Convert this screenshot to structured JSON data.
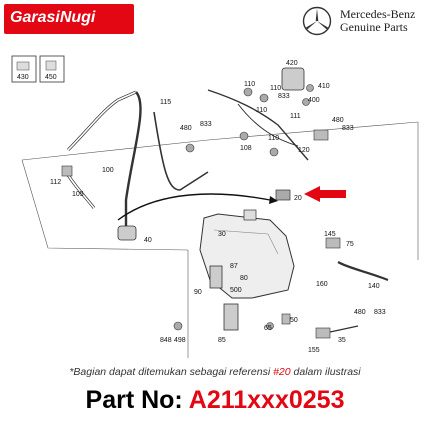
{
  "brand": {
    "name": "GarasiNugi"
  },
  "manufacturer": {
    "line1": "Mercedes-Benz",
    "line2": "Genuine Parts",
    "star_icon": "mercedes-star-icon"
  },
  "diagram": {
    "boxes": [
      "430",
      "450"
    ],
    "labels": [
      "420",
      "110",
      "110",
      "833",
      "410",
      "400",
      "115",
      "480",
      "833",
      "110",
      "111",
      "480",
      "833",
      "108",
      "110",
      "120",
      "100",
      "112",
      "105",
      "40",
      "20",
      "30",
      "145",
      "75",
      "87",
      "80",
      "160",
      "140",
      "90",
      "500",
      "85",
      "848",
      "498",
      "480",
      "833",
      "65",
      "50",
      "155",
      "35"
    ]
  },
  "caption": {
    "prefix": "*Bagian dapat ditemukan sebagai referensi ",
    "ref": "#20",
    "suffix": " dalam ilustrasi"
  },
  "part": {
    "prefix": "Part No: ",
    "number": "A211xxx0253"
  },
  "colors": {
    "accent": "#e30613"
  }
}
